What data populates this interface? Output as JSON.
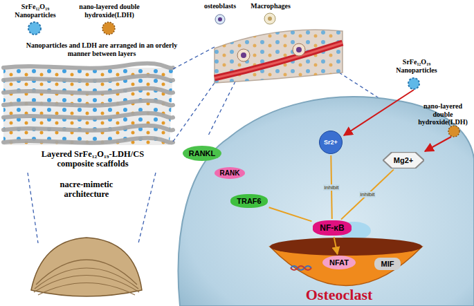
{
  "diagram": {
    "nodes": [
      {
        "text": [
          "Osteoclast"
        ]
      },
      {
        "text": [
          "RANKL"
        ],
        "in": 0
      },
      {
        "text": [
          "RANK"
        ],
        "in": 0
      },
      {
        "text": [
          "TRAF6"
        ],
        "in": 0
      },
      {
        "text": [
          "Sr2+"
        ],
        "in": 0
      },
      {
        "text": [
          "Mg2+"
        ],
        "in": 0
      },
      {
        "text": [
          "NF-κB"
        ],
        "in": 0
      },
      {
        "text": [
          "NFAT"
        ],
        "in": 0
      },
      {
        "text": [
          "MIF"
        ],
        "in": 0
      }
    ],
    "edges": [
      {
        "from": 3,
        "to": 6,
        "arrow": "none"
      },
      {
        "from": 4,
        "to": 6,
        "label": "inhibit",
        "arrow": "none"
      },
      {
        "from": 5,
        "to": 6,
        "label": "inhibit",
        "arrow": "none"
      },
      {
        "from": 6,
        "to": 7,
        "arrow": "to"
      }
    ],
    "labels": [
      "SrFe₁₂O₁₉ Nanoparticles",
      "nano-layered double hydroxide(LDH)",
      "osteoblasts",
      "Macrophages",
      "Nanoparticles and LDH are arranged in an orderly manner between layers",
      "SrFe₁₂O₁₉ Nanoparticles",
      "nano-layered double hydroxide(LDH)",
      "Layered SrFe₁₂O₁₉-LDH/CS composite scaffolds",
      "nacre-mimetic architecture"
    ]
  }
}
